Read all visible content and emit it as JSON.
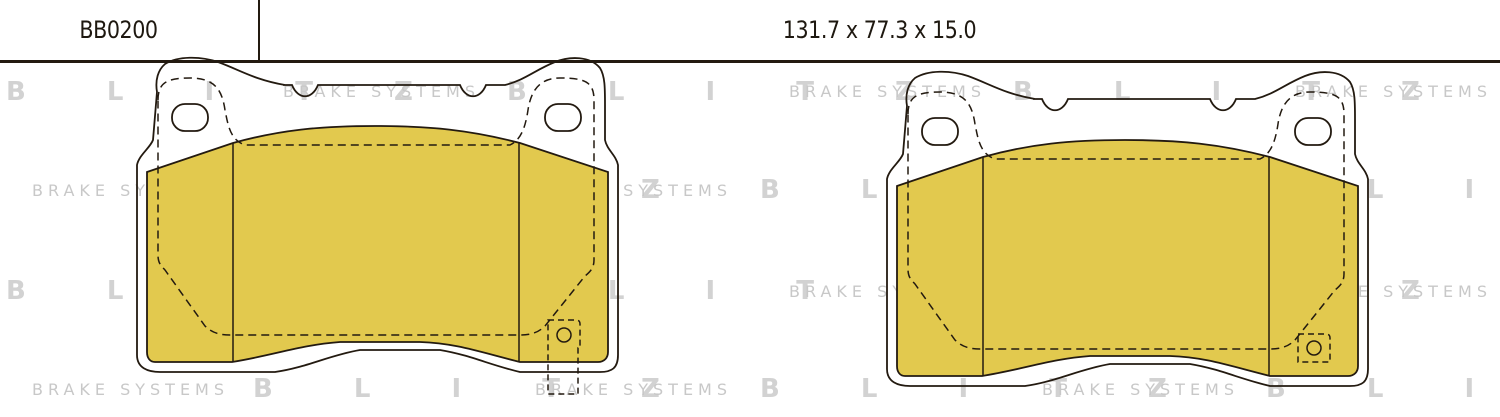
{
  "header": {
    "part_code": "BB0200",
    "dimensions": "131.7 x 77.3 x 15.0"
  },
  "watermark": {
    "brand": "BLITZ",
    "brand_spaced": "B L I T Z",
    "tagline": "BRAKE SYSTEMS",
    "text_color": "#d2d2d2"
  },
  "drawing": {
    "pads": [
      {
        "name": "left-pad",
        "has_wear_indicator_tab": true
      },
      {
        "name": "right-pad",
        "has_wear_indicator_tab": false
      }
    ],
    "colors": {
      "friction_material": "#e2c94e",
      "outline": "#231a10",
      "backing_plate": "#ffffff"
    }
  }
}
